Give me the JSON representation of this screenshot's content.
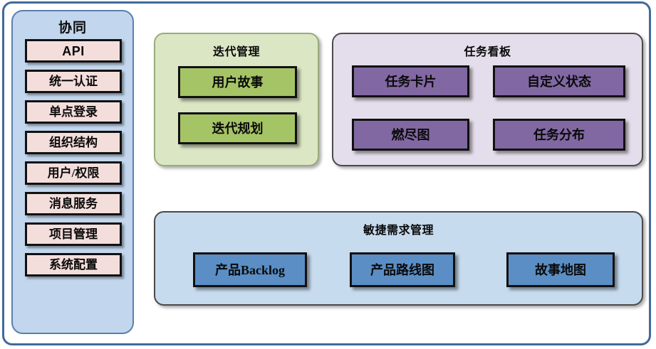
{
  "diagram": {
    "title_visible": false,
    "colors": {
      "outer_frame_border": "#41699c",
      "sidebar_bg": "#c2d6ed",
      "sidebar_border": "#5b80ad",
      "sidebar_item_bg": "#f4dedc",
      "iteration_panel_bg": "#dbe6c4",
      "iteration_panel_border": "#9aab7d",
      "iteration_node_bg": "#a5c466",
      "taskboard_panel_bg": "#e4ddeb",
      "taskboard_panel_border": "#4a4a4a",
      "taskboard_node_bg": "#8168a2",
      "agile_panel_bg": "#c7dbef",
      "agile_panel_border": "#4a4a4a",
      "agile_node_bg": "#5a8ec5",
      "node_border": "#111111",
      "text": "#0a0a0a"
    }
  },
  "sidebar": {
    "title": "协同",
    "items": [
      {
        "label": "API",
        "script": "latin"
      },
      {
        "label": "统一认证",
        "script": "han"
      },
      {
        "label": "单点登录",
        "script": "han"
      },
      {
        "label": "组织结构",
        "script": "han"
      },
      {
        "label": "用户/权限",
        "script": "han"
      },
      {
        "label": "消息服务",
        "script": "han"
      },
      {
        "label": "项目管理",
        "script": "han"
      },
      {
        "label": "系统配置",
        "script": "han"
      }
    ]
  },
  "panels": {
    "iteration": {
      "title": "迭代管理",
      "nodes": [
        {
          "label": "用户故事"
        },
        {
          "label": "迭代规划"
        }
      ]
    },
    "taskboard": {
      "title": "任务看板",
      "nodes": [
        {
          "label": "任务卡片"
        },
        {
          "label": "自定义状态"
        },
        {
          "label": "燃尽图"
        },
        {
          "label": "任务分布"
        }
      ]
    },
    "agile": {
      "title": "敏捷需求管理",
      "nodes": [
        {
          "label": "产品Backlog"
        },
        {
          "label": "产品路线图"
        },
        {
          "label": "故事地图"
        }
      ]
    }
  }
}
